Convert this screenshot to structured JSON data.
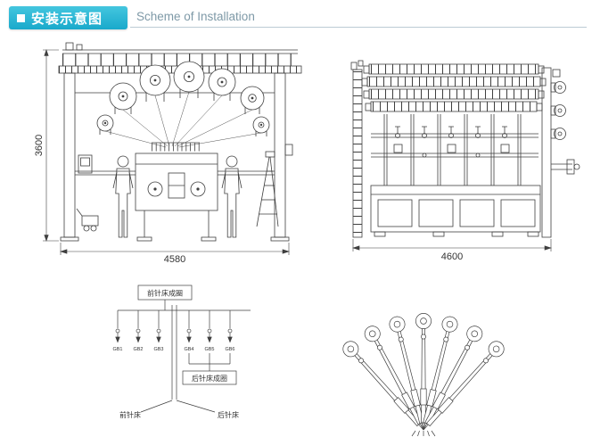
{
  "header": {
    "title_zh": "安装示意图",
    "title_en": "Scheme of Installation",
    "accent_color": "#29b7d6",
    "rule_color": "#bccbd4"
  },
  "front_view": {
    "height_dim": "3600",
    "width_dim": "4580"
  },
  "side_view": {
    "width_dim": "4600"
  },
  "threading": {
    "front_loop_label": "前针床成圈",
    "back_loop_label": "后针床成圈",
    "front_bed_label": "前针床",
    "back_bed_label": "后针床",
    "guide_bars": [
      "GB1",
      "GB2",
      "GB3",
      "GB4",
      "GB5",
      "GB6"
    ]
  }
}
